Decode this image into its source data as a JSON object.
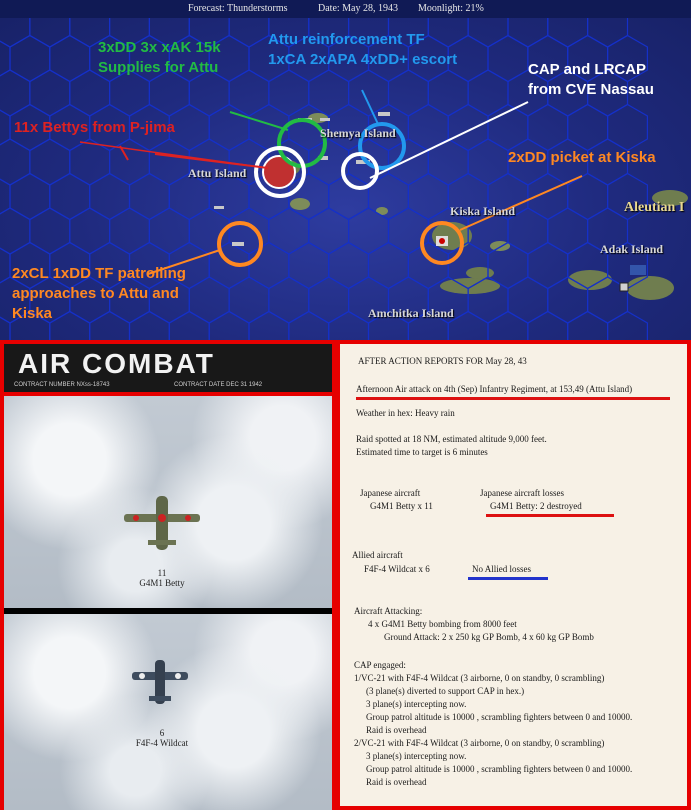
{
  "topbar": {
    "forecast": "Forecast: Thunderstorms",
    "date": "Date: May 28, 1943",
    "moonlight": "Moonlight: 21%"
  },
  "map": {
    "places": {
      "shemya": "Shemya Island",
      "attu": "Attu Island",
      "kiska": "Kiska Island",
      "aleutian": "Aleutian I",
      "adak": "Adak Island",
      "amchitka": "Amchitka Island"
    },
    "annotations": {
      "supplies": [
        "3xDD 3x xAK 15k",
        "Supplies for Attu"
      ],
      "reinforcement": [
        "Attu reinforcement TF",
        "1xCA 2xAPA 4xDD+ escort"
      ],
      "cap": [
        "CAP and LRCAP",
        "from CVE Nassau"
      ],
      "bettys": [
        "11x Bettys from P-jima"
      ],
      "picket": [
        "2xDD picket at Kiska"
      ],
      "patrol": [
        "2xCL 1xDD TF patrolling",
        "approaches to Attu and",
        "Kiska"
      ]
    },
    "colors": {
      "green": "#22bb44",
      "blue": "#2299ee",
      "white": "#ffffff",
      "red": "#dd2222",
      "orange": "#ff8822"
    }
  },
  "air_combat": {
    "title": "AIR COMBAT",
    "contract_number": "CONTRACT NUMBER  NXss-18743",
    "contract_date": "CONTRACT DATE  DEC 31 1942",
    "japanese": {
      "count": "11",
      "type": "G4M1 Betty"
    },
    "allied": {
      "count": "6",
      "type": "F4F-4 Wildcat"
    }
  },
  "report": {
    "header": "AFTER ACTION REPORTS FOR May 28, 43",
    "attack_line": "Afternoon Air attack on 4th (Sep) Infantry Regiment, at 153,49 (Attu Island)",
    "weather": "Weather in hex: Heavy rain",
    "raid_spotted": "Raid spotted at 18 NM, estimated altitude 9,000 feet.",
    "time_to_target": "Estimated time to target is 6 minutes",
    "jp_aircraft_label": "Japanese aircraft",
    "jp_aircraft": "G4M1 Betty x 11",
    "jp_losses_label": "Japanese aircraft losses",
    "jp_losses": "G4M1 Betty: 2 destroyed",
    "allied_aircraft_label": "Allied aircraft",
    "allied_aircraft": "F4F-4 Wildcat x 6",
    "allied_losses": "No Allied losses",
    "attacking_label": "Aircraft Attacking:",
    "attacking_1": "4 x G4M1 Betty bombing from 8000 feet",
    "attacking_2": "Ground Attack:  2 x 250 kg GP Bomb,  4 x 60 kg GP Bomb",
    "cap_label": "CAP engaged:",
    "cap_1": "1/VC-21 with F4F-4 Wildcat (3 airborne, 0 on standby, 0 scrambling)",
    "cap_2": "(3 plane(s) diverted to support CAP in hex.)",
    "cap_3": "3 plane(s) intercepting now.",
    "cap_4": "Group patrol altitude is 10000 , scrambling fighters between 0 and 10000.",
    "cap_5": "Raid is overhead",
    "cap_6": "2/VC-21 with F4F-4 Wildcat (3 airborne, 0 on standby, 0 scrambling)",
    "cap_7": "3 plane(s) intercepting now.",
    "cap_8": "Group patrol altitude is 10000 , scrambling fighters between 0 and 10000.",
    "cap_9": "Raid is overhead",
    "underline_colors": {
      "red": "#dd1111",
      "blue": "#2233cc"
    }
  }
}
